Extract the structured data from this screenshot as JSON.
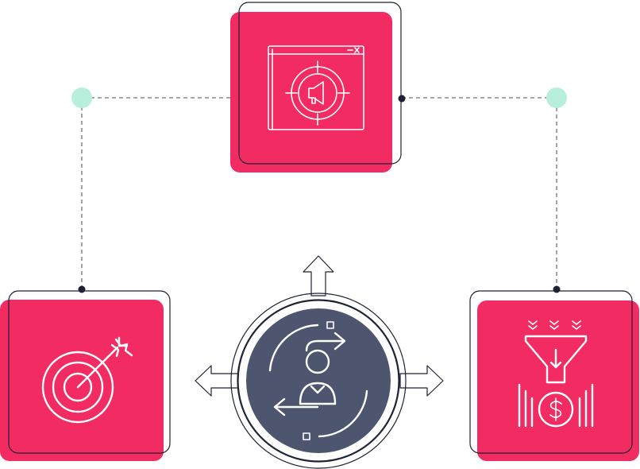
{
  "colors": {
    "card": "#F22C62",
    "outline": "#1E2135",
    "hub": "#4D566E",
    "node_light": "#B7EFDC",
    "node_dark": "#1E2135",
    "connector": "#707480"
  },
  "diagram": {
    "top_card": {
      "icon": "browser-target-megaphone-icon"
    },
    "left_card": {
      "icon": "target-arrow-icon"
    },
    "right_card": {
      "icon": "sales-funnel-dollar-icon"
    },
    "center_hub": {
      "icon": "user-transfer-arrows-icon",
      "arrows": [
        "up",
        "left",
        "right"
      ]
    }
  }
}
